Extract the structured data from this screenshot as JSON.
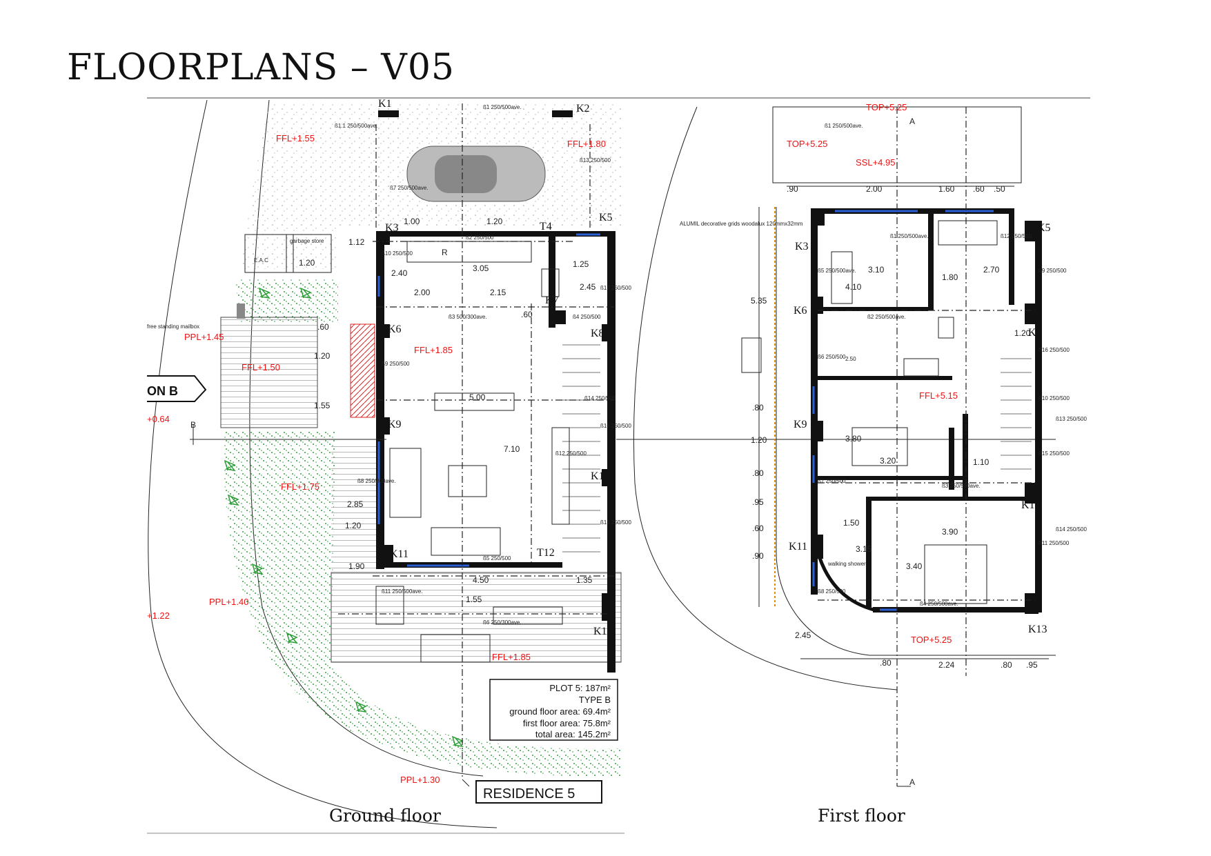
{
  "page": {
    "title": "FLOORPLANS – V05",
    "captions": {
      "ground": "Ground floor",
      "first": "First floor"
    }
  },
  "colors": {
    "level_marker": "#e11111",
    "landscape": "#2f9e3a",
    "window": "#2a5fd6",
    "wall": "#111111"
  },
  "ground": {
    "columns": [
      "K1",
      "K2",
      "K3",
      "T4",
      "K5",
      "K6",
      "K7",
      "K8",
      "K9",
      "K10",
      "K11",
      "T12",
      "K13"
    ],
    "levels": [
      "FFL+1.55",
      "FFL+1.80",
      "FFL+1.85",
      "FFL+1.50",
      "FFL+1.75",
      "FFL+1.85",
      "PPL+1.45",
      "PPL+1.40",
      "PPL+1.30",
      "+1.22",
      "+0.64"
    ],
    "dims": [
      "1.00",
      "2.00",
      "2.15",
      "3.05",
      "1.20",
      "1.25",
      "2.45",
      "5.00",
      "7.10",
      "4.50",
      "1.55",
      "1.35",
      "2.40",
      "1.12",
      "1.20",
      "2.85",
      "1.90",
      "1.20",
      "1.55",
      "1.20",
      ".60",
      ".60"
    ],
    "beams": [
      "ß1.1 250/500ave.",
      "ß1 250/500ave.",
      "ß2 250/500",
      "ß3 500/300ave.",
      "ß4 250/500",
      "ß5 250/500",
      "ß6 250/300ave.",
      "ß7 250/500ave.",
      "ß8 250/800ave.",
      "ß9 250/500",
      "ß10 250/500",
      "ß11 250/500ave.",
      "ß12 250/500",
      "ß13 250/500",
      "ß14 250/500",
      "ß15 250/500",
      "ß16 250/500",
      "ß17 250/500"
    ],
    "notes": [
      "garbage store",
      "E.A.C",
      "free standing mailbox",
      "R"
    ],
    "section": {
      "label": "ON B",
      "marker": "B"
    },
    "info": [
      "PLOT 5: 187m²",
      "TYPE B",
      "ground floor area: 69.4m²",
      "first floor area: 75.8m²",
      "total area: 145.2m²"
    ],
    "residence": "RESIDENCE 5"
  },
  "first": {
    "columns": [
      "K3",
      "K5",
      "K6",
      "K8",
      "K9",
      "K10",
      "K11",
      "K13"
    ],
    "levels": [
      "TOP+5.25",
      "TOP+5.25",
      "SSL+4.95",
      "FFL+5.15",
      "TOP+5.25"
    ],
    "dims": [
      ".90",
      "2.00",
      "1.60",
      ".60",
      ".50",
      "3.10",
      "1.80",
      "2.70",
      "4.10",
      "1.20",
      "3.20",
      "3.80",
      "1.10",
      "1.50",
      "3.90",
      "3.15",
      "3.40",
      "2.45",
      ".80",
      "2.24",
      ".80",
      ".95",
      "5.35",
      ".80",
      "1.20",
      ".80",
      ".95",
      ".60",
      ".90"
    ],
    "beams": [
      "ß1 250/500ave.",
      "ß1 250/500ave.",
      "ß2 250/500ave.",
      "ß3 250/500ave.",
      "ß4 250/500ave.",
      "ß5 250/500ave.",
      "ß6 250/500",
      "ß7 250/500",
      "ß8 250/500",
      "ß9 250/500",
      "ß10 250/500",
      "ß11 250/500",
      "ß12 250/500",
      "ß13 250/500",
      "ß14 250/500",
      "ß15 250/500",
      "ß16 250/500"
    ],
    "notes": [
      "ALUMIL decorative grids woodalux 120mmx32mm",
      "walking shower",
      "2.50"
    ],
    "section_marker": "A"
  }
}
